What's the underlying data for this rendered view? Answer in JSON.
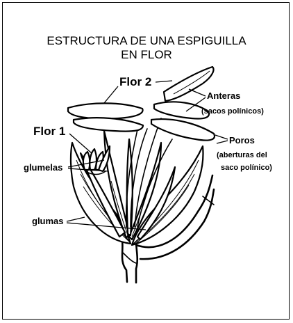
{
  "title": {
    "line1": "ESTRUCTURA DE UNA ESPIGUILLA",
    "line2": "EN FLOR"
  },
  "labels": {
    "flor2": "Flor 2",
    "flor1": "Flor 1",
    "anteras": "Anteras",
    "sacos": "(sacos polínicos)",
    "poros": "Poros",
    "aberturas1": "(aberturas del",
    "aberturas2": "saco polínico)",
    "glumelas": "glumelas",
    "glumas": "glumas"
  }
}
